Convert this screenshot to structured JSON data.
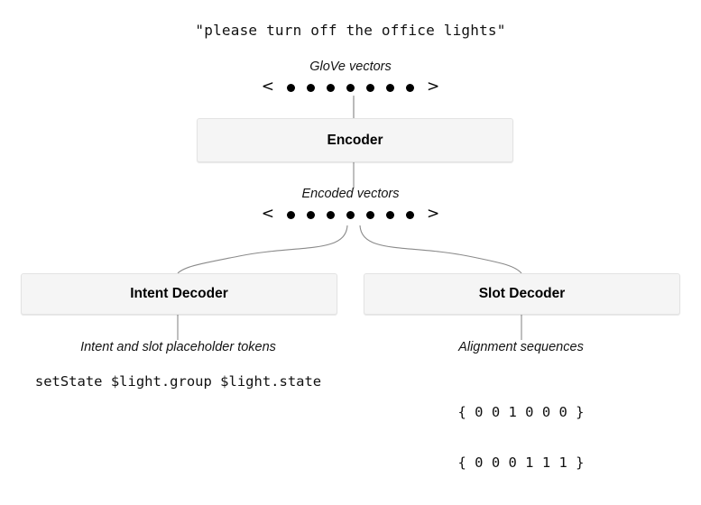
{
  "diagram": {
    "title": "\"please turn off the office lights\"",
    "input_utterance": "\"please turn off the office lights\"",
    "colors": {
      "box_fill": "#f5f5f5",
      "box_border": "#e3e3e3",
      "connector": "#8a8a8a",
      "dot": "#000000",
      "text": "#111111"
    },
    "captions": {
      "glove": "GloVe vectors",
      "encoded": "Encoded vectors",
      "intent_output": "Intent and slot placeholder tokens",
      "slot_output": "Alignment sequences"
    },
    "vectors": {
      "glove": {
        "open": "<",
        "close": ">",
        "count": 7
      },
      "encoded": {
        "open": "<",
        "close": ">",
        "count": 7
      }
    },
    "nodes": {
      "encoder": "Encoder",
      "intent_decoder": "Intent Decoder",
      "slot_decoder": "Slot Decoder"
    },
    "outputs": {
      "intent_tokens": "setState $light.group $light.state",
      "alignment_sequences": [
        "{ 0 0 1 0 0 0 }",
        "{ 0 0 0 1 1 1 }"
      ]
    }
  }
}
